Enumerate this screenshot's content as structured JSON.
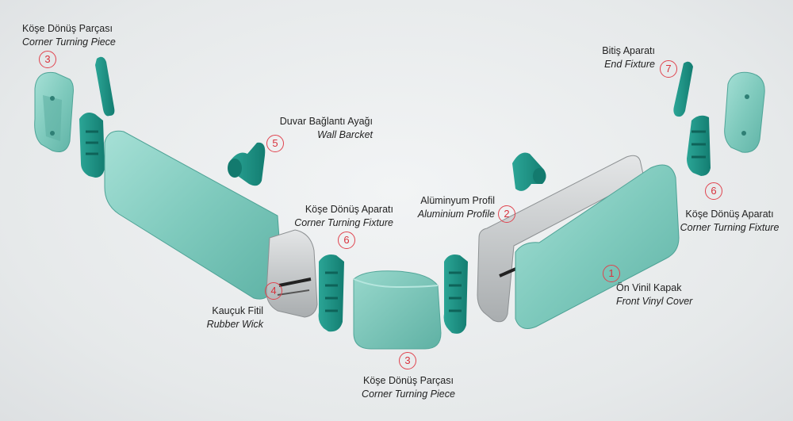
{
  "colors": {
    "vinyl": "#86cfc3",
    "vinyl_dark": "#2c9a8c",
    "fixture": "#1f9688",
    "aluminium": "#c9cccd",
    "accent_red": "#e0434e"
  },
  "callouts": {
    "c3_top_left": {
      "num": "3",
      "tr": "Köşe Dönüş Parçası",
      "en": "Corner Turning Piece"
    },
    "c5_wall": {
      "num": "5",
      "tr": "Duvar Bağlantı Ayağı",
      "en": "Wall Barcket"
    },
    "c6_mid": {
      "num": "6",
      "tr": "Köşe Dönüş Aparatı",
      "en": "Corner Turning Fixture"
    },
    "c4_rubber": {
      "num": "4",
      "tr": "Kauçuk Fitil",
      "en": "Rubber Wick"
    },
    "c3_bottom": {
      "num": "3",
      "tr": "Köşe Dönüş Parçası",
      "en": "Corner Turning Piece"
    },
    "c2_alu": {
      "num": "2",
      "tr": "Alüminyum Profil",
      "en": "Aluminium Profile"
    },
    "c1_vinyl": {
      "num": "1",
      "tr": "Ön Vinil Kapak",
      "en": "Front Vinyl Cover"
    },
    "c6_right": {
      "num": "6",
      "tr": "Köşe Dönüş Aparatı",
      "en": "Corner Turning Fixture"
    },
    "c7_end": {
      "num": "7",
      "tr": "Bitiş Aparatı",
      "en": "End Fixture"
    }
  }
}
